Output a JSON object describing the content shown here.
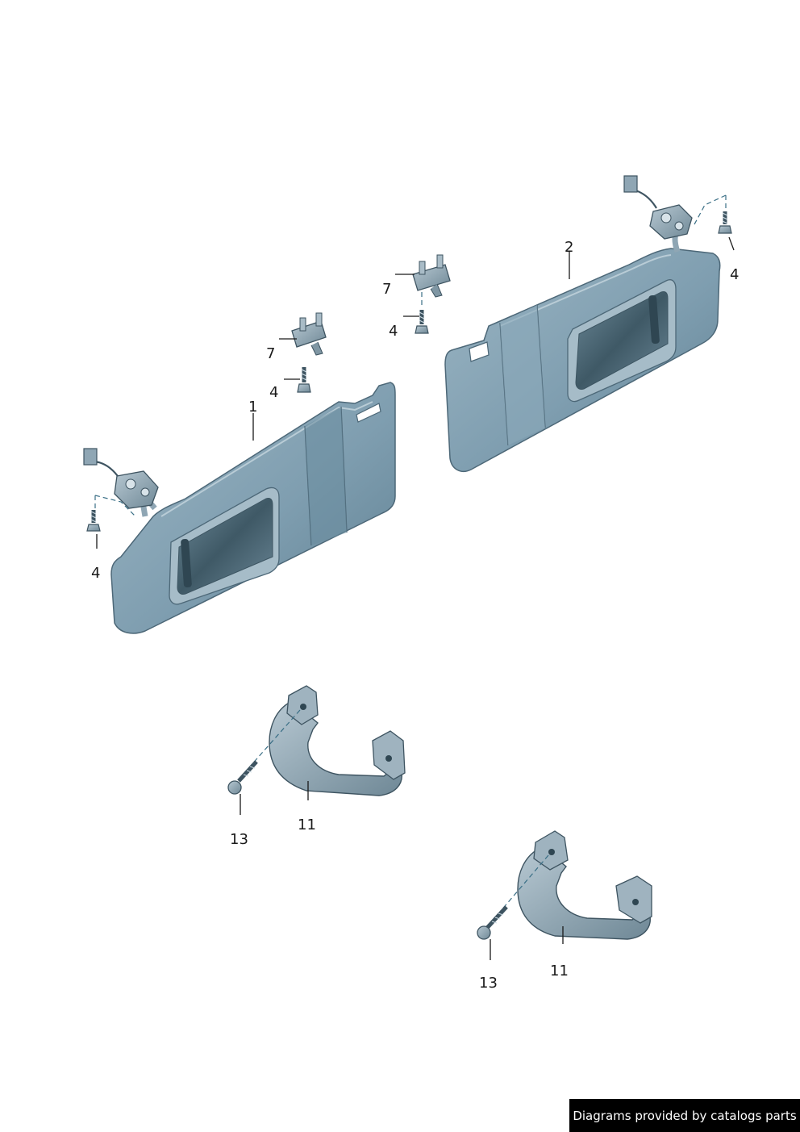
{
  "colors": {
    "visor": "#7f9eb0",
    "visor_dark": "#587b8e",
    "visor_edge": "#4d6878",
    "part": "#8fa6b4",
    "part_dark": "#4f6470",
    "line": "#1a1a1a",
    "dash": "#3a6f86"
  },
  "callouts": {
    "c1": "1",
    "c2": "2",
    "c4a": "4",
    "c4b": "4",
    "c4c": "4",
    "c4d": "4",
    "c7a": "7",
    "c7b": "7",
    "c11a": "11",
    "c11b": "11",
    "c13a": "13",
    "c13b": "13"
  },
  "footer": {
    "credit": "Diagrams provided by catalogs parts"
  }
}
